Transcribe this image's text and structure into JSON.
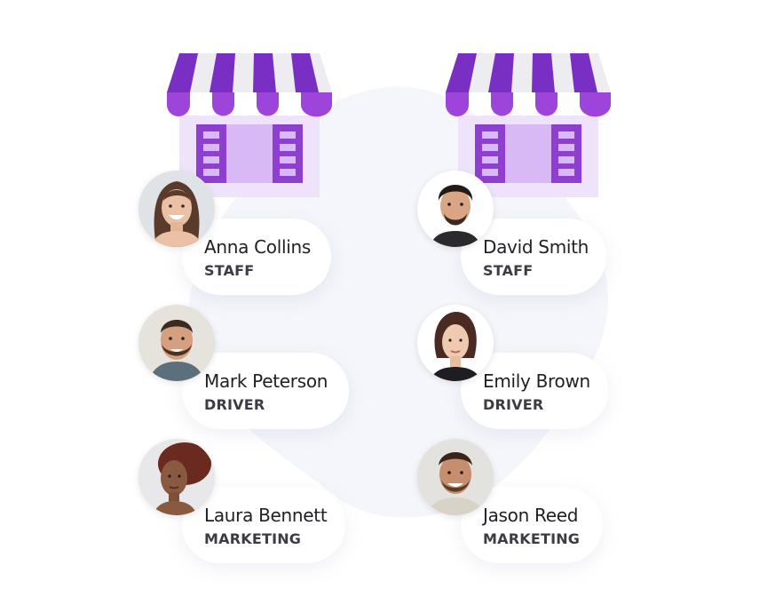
{
  "colors": {
    "awning_purple": "#7a2fc4",
    "awning_stripe_light": "#ececf1",
    "store_body": "#eee3fb",
    "store_window": "#cfa4f0",
    "store_shutter": "#8e3fd0",
    "blob": "#f4f6fb"
  },
  "stores": [
    {
      "icon": "storefront-icon"
    },
    {
      "icon": "storefront-icon"
    }
  ],
  "employees": [
    {
      "name": "Anna Collins",
      "role": "STAFF"
    },
    {
      "name": "Mark Peterson",
      "role": "DRIVER"
    },
    {
      "name": "Laura Bennett",
      "role": "MARKETING"
    },
    {
      "name": "David Smith",
      "role": "STAFF"
    },
    {
      "name": "Emily Brown",
      "role": "DRIVER"
    },
    {
      "name": "Jason Reed",
      "role": "MARKETING"
    }
  ]
}
